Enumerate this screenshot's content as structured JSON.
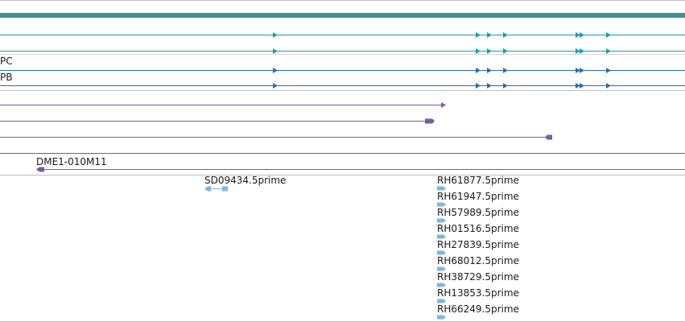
{
  "colors": {
    "gene_span": "#3d8f8f",
    "transcript_cyan": "#1a9fb0",
    "transcript_blue": "#2a6fae",
    "cdna_purple": "#7a5aa6",
    "est_lightblue": "#7fb6e0",
    "divider": "#bfbfbf"
  },
  "tracks": {
    "transcript_labels": [
      "PC",
      "PB"
    ],
    "clone_label": "DME1-010M11",
    "est_labels": [
      "SD09434.5prime",
      "RH61877.5prime",
      "RH61947.5prime",
      "RH57989.5prime",
      "RH01516.5prime",
      "RH27839.5prime",
      "RH68012.5prime",
      "RH38729.5prime",
      "RH13853.5prime",
      "RH66249.5prime"
    ]
  }
}
